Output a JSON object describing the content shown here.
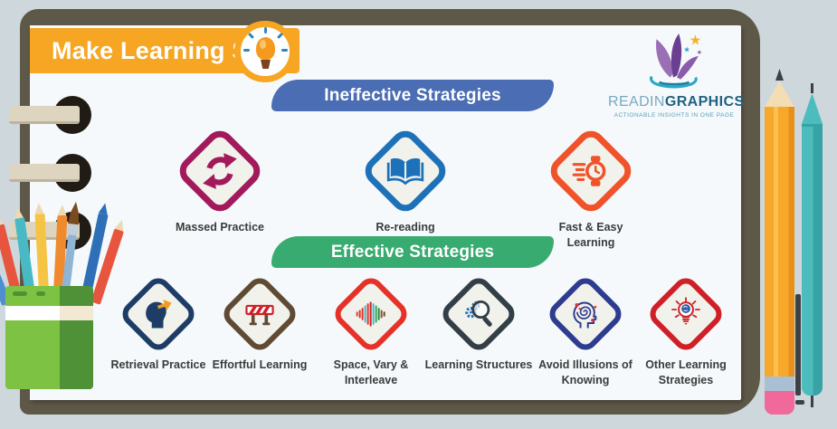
{
  "title": "Make Learning Stick",
  "logo": {
    "brand_light": "READIN",
    "brand_bold": "GRAPHICS",
    "tagline": "ACTIONABLE INSIGHTS IN ONE PAGE"
  },
  "sections": {
    "ineffective": {
      "heading": "Ineffective Strategies",
      "items": [
        {
          "label": "Massed Practice",
          "icon": "cycle-icon"
        },
        {
          "label": "Re-reading",
          "icon": "open-book-icon"
        },
        {
          "label": "Fast & Easy Learning",
          "icon": "speed-watch-icon"
        }
      ]
    },
    "effective": {
      "heading": "Effective Strategies",
      "items": [
        {
          "label": "Retrieval Practice",
          "icon": "head-arrow-icon"
        },
        {
          "label": "Effortful Learning",
          "icon": "barrier-icon"
        },
        {
          "label": "Space, Vary & Interleave",
          "icon": "waveform-icon"
        },
        {
          "label": "Learning Structures",
          "icon": "magnifier-gears-icon"
        },
        {
          "label": "Avoid Illusions of Knowing",
          "icon": "spiral-head-icon"
        },
        {
          "label": "Other Learning Strategies",
          "icon": "bulb-brain-icon"
        }
      ]
    }
  },
  "colors": {
    "bg": "#cdd7dc",
    "board": "#5d5847",
    "page": "#f5f9fb",
    "banner-orange": "#f6a623",
    "banner-blue": "#4a6db3",
    "banner-green": "#38ab70",
    "magenta": "#a21a5b",
    "blue": "#1d71b8",
    "orange": "#f0532a",
    "navy": "#1d3d67",
    "brown": "#5f4a33",
    "red": "#e63129",
    "dark": "#333f46",
    "indigo": "#2d3c8e",
    "red2": "#cf2027",
    "label-text": "#3b3b3b",
    "logo-light": "#7aa8c0",
    "logo-dark": "#20627f"
  }
}
